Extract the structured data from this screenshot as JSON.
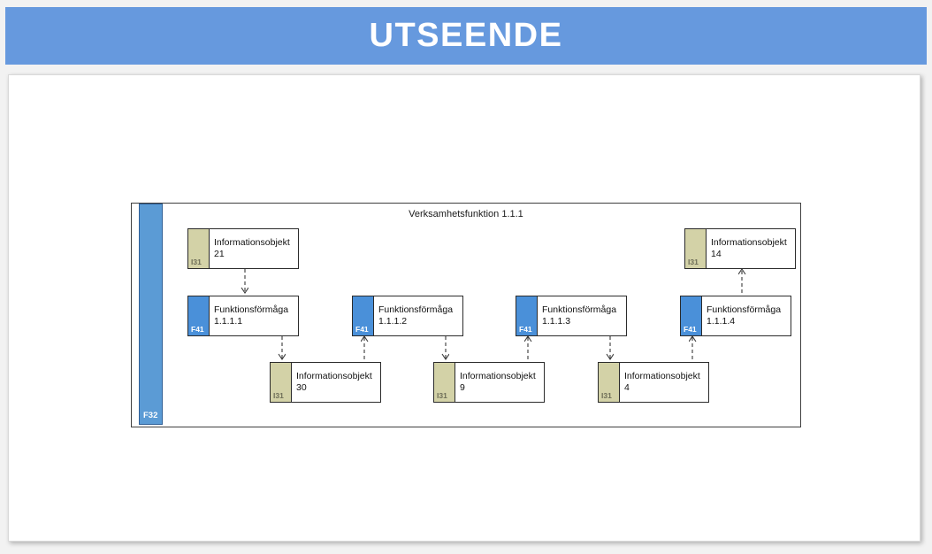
{
  "header": {
    "title": "UTSEENDE",
    "background_color": "#6699de",
    "text_color": "#ffffff"
  },
  "colors": {
    "capability_tab": "#4a90d9",
    "function_bar": "#5b9bd5",
    "information_tab": "#d3d2a7",
    "frame_border": "#3f3f3f",
    "node_border": "#2b2b2b",
    "connector": "#3a3a3a",
    "panel_background": "#ffffff",
    "page_background": "#f2f2f2"
  },
  "diagram": {
    "title": "Verksamhetsfunktion 1.1.1",
    "function_bar": {
      "label": "F32"
    },
    "nodes": [
      {
        "id": "info-21",
        "type": "information-object",
        "tab_label": "I31",
        "label": "Informationsobjekt 21",
        "sublabel": ""
      },
      {
        "id": "info-14",
        "type": "information-object",
        "tab_label": "I31",
        "label": "Informationsobjekt 14",
        "sublabel": ""
      },
      {
        "id": "cap-1111",
        "type": "capability",
        "tab_label": "F41",
        "label": "Funktionsförmåga",
        "sublabel": "1.1.1.1"
      },
      {
        "id": "cap-1112",
        "type": "capability",
        "tab_label": "F41",
        "label": "Funktionsförmåga",
        "sublabel": "1.1.1.2"
      },
      {
        "id": "cap-1113",
        "type": "capability",
        "tab_label": "F41",
        "label": "Funktionsförmåga",
        "sublabel": "1.1.1.3"
      },
      {
        "id": "cap-1114",
        "type": "capability",
        "tab_label": "F41",
        "label": "Funktionsförmåga",
        "sublabel": "1.1.1.4"
      },
      {
        "id": "info-30",
        "type": "information-object",
        "tab_label": "I31",
        "label": "Informationsobjekt 30",
        "sublabel": ""
      },
      {
        "id": "info-9",
        "type": "information-object",
        "tab_label": "I31",
        "label": "Informationsobjekt 9",
        "sublabel": ""
      },
      {
        "id": "info-4",
        "type": "information-object",
        "tab_label": "I31",
        "label": "Informationsobjekt 4",
        "sublabel": ""
      }
    ],
    "connections": [
      {
        "from": "info-21",
        "to": "cap-1111",
        "style": "dashed",
        "direction": "down"
      },
      {
        "from": "cap-1111",
        "to": "info-30",
        "style": "dashed",
        "direction": "down"
      },
      {
        "from": "info-30",
        "to": "cap-1112",
        "style": "dashed",
        "direction": "up"
      },
      {
        "from": "cap-1112",
        "to": "info-9",
        "style": "dashed",
        "direction": "down"
      },
      {
        "from": "info-9",
        "to": "cap-1113",
        "style": "dashed",
        "direction": "up"
      },
      {
        "from": "cap-1113",
        "to": "info-4",
        "style": "dashed",
        "direction": "down"
      },
      {
        "from": "info-4",
        "to": "cap-1114",
        "style": "dashed",
        "direction": "up"
      },
      {
        "from": "cap-1114",
        "to": "info-14",
        "style": "dashed",
        "direction": "up"
      }
    ]
  }
}
